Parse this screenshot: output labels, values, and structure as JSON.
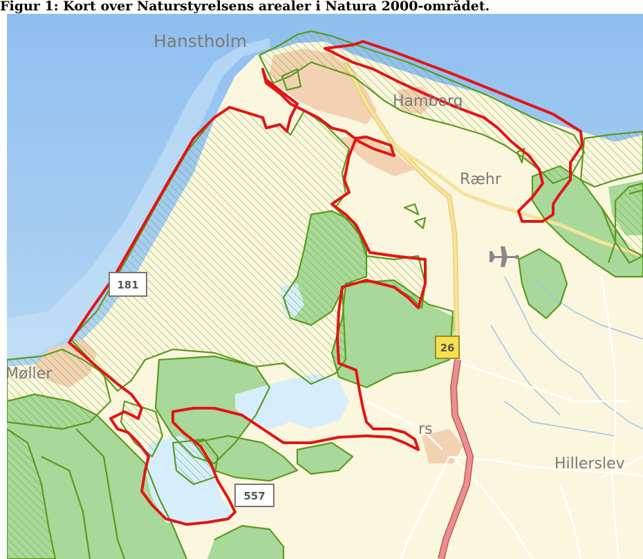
{
  "caption": "Figur 1: Kort over Naturstyrelsens arealer i Natura 2000-området.",
  "places": [
    {
      "id": "hanstholm",
      "name": "Hanstholm"
    },
    {
      "id": "hamborg",
      "name": "Hamborg"
    },
    {
      "id": "raehr",
      "name": "Ræhr"
    },
    {
      "id": "vigso-moller",
      "name": "Møller"
    },
    {
      "id": "frost",
      "name": "rs"
    },
    {
      "id": "hillerslev",
      "name": "Hillerslev"
    }
  ],
  "road_shields": [
    {
      "id": "road-181",
      "number": "181"
    },
    {
      "id": "road-26",
      "number": "26"
    },
    {
      "id": "road-557",
      "number": "557"
    }
  ],
  "colors": {
    "sea": "#a9cdf0",
    "land": "#fbf6de",
    "forest": "#a8d89a",
    "lake": "#d6eefb",
    "town": "#f3d2b3",
    "green_outline": "#5a9a1e",
    "red_outline": "#e31414",
    "main_road": "#f6dd8a",
    "motorway": "#e87a7a",
    "minor_road": "#ffffff"
  },
  "icons": {
    "airport": "airplane-icon"
  }
}
